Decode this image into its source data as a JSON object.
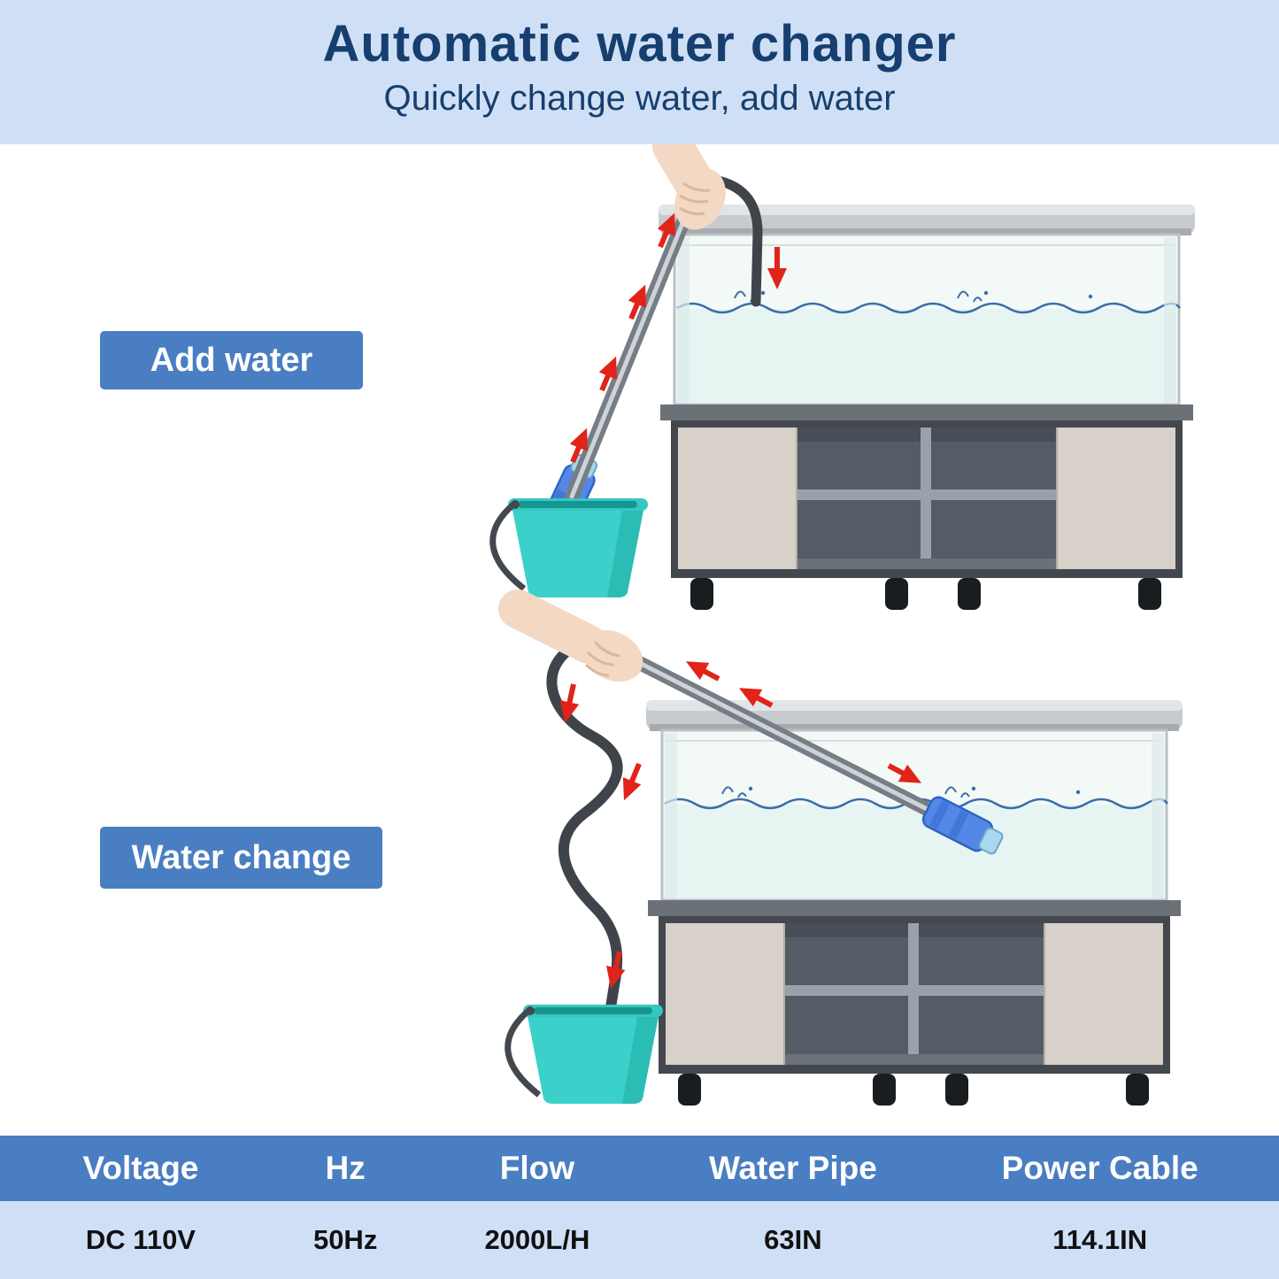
{
  "header": {
    "title": "Automatic water changer",
    "subtitle": "Quickly change water, add water"
  },
  "scenes": {
    "add_water": {
      "label": "Add water",
      "illustration": "hand lifting siphon tube from teal bucket pumping water up into aquarium on cabinet, red arrows pointing up"
    },
    "water_change": {
      "label": "Water change",
      "illustration": "hand holding siphon with pump head inside aquarium, drain hose curling down into teal bucket, red arrows pointing down"
    }
  },
  "colors": {
    "header_bg": "#cfe0f6",
    "heading_text": "#163f6f",
    "label_bg": "#4a7ec2",
    "label_text": "#ffffff",
    "table_header_bg": "#4a7ec2",
    "table_header_text": "#ffffff",
    "table_row_bg": "#cfe0f6",
    "table_row_text": "#111111",
    "bucket_teal": "#3bd1ca",
    "arrow_red": "#e2231a"
  },
  "spec_table": {
    "headers": [
      "Voltage",
      "Hz",
      "Flow",
      "Water Pipe",
      "Power Cable"
    ],
    "values": [
      "DC 110V",
      "50Hz",
      "2000L/H",
      "63IN",
      "114.1IN"
    ]
  }
}
